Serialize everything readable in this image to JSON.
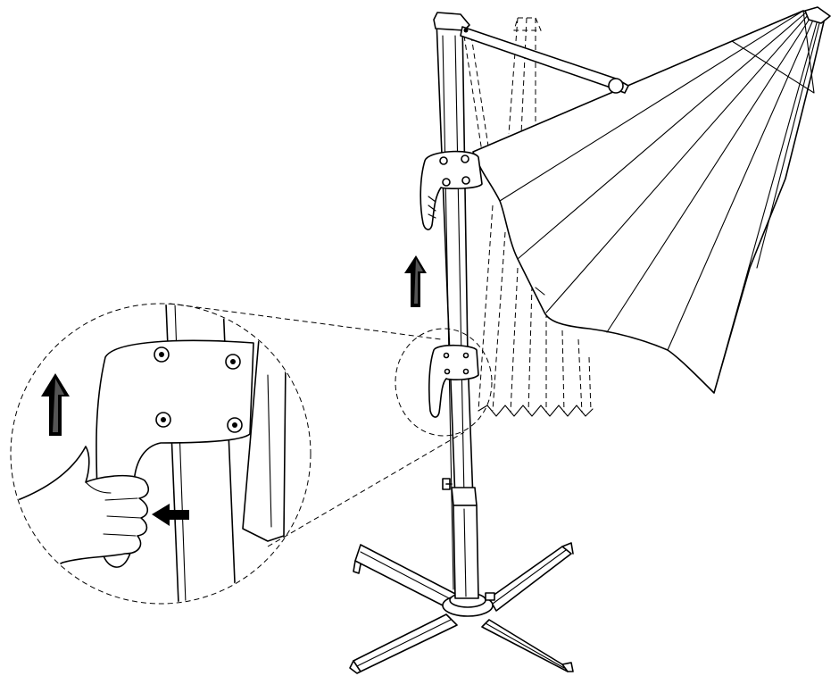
{
  "figure": {
    "accent_color": "#000000",
    "background_color": "#ffffff",
    "arrows": {
      "main_lift": "up-arrow-icon",
      "detail_lift": "up-arrow-icon",
      "detail_squeeze": "left-arrow-icon"
    },
    "parts": [
      "umbrella-canopy",
      "pole",
      "crank-handle",
      "cross-base",
      "lock-knob",
      "magnified-detail-view",
      "hand"
    ]
  }
}
